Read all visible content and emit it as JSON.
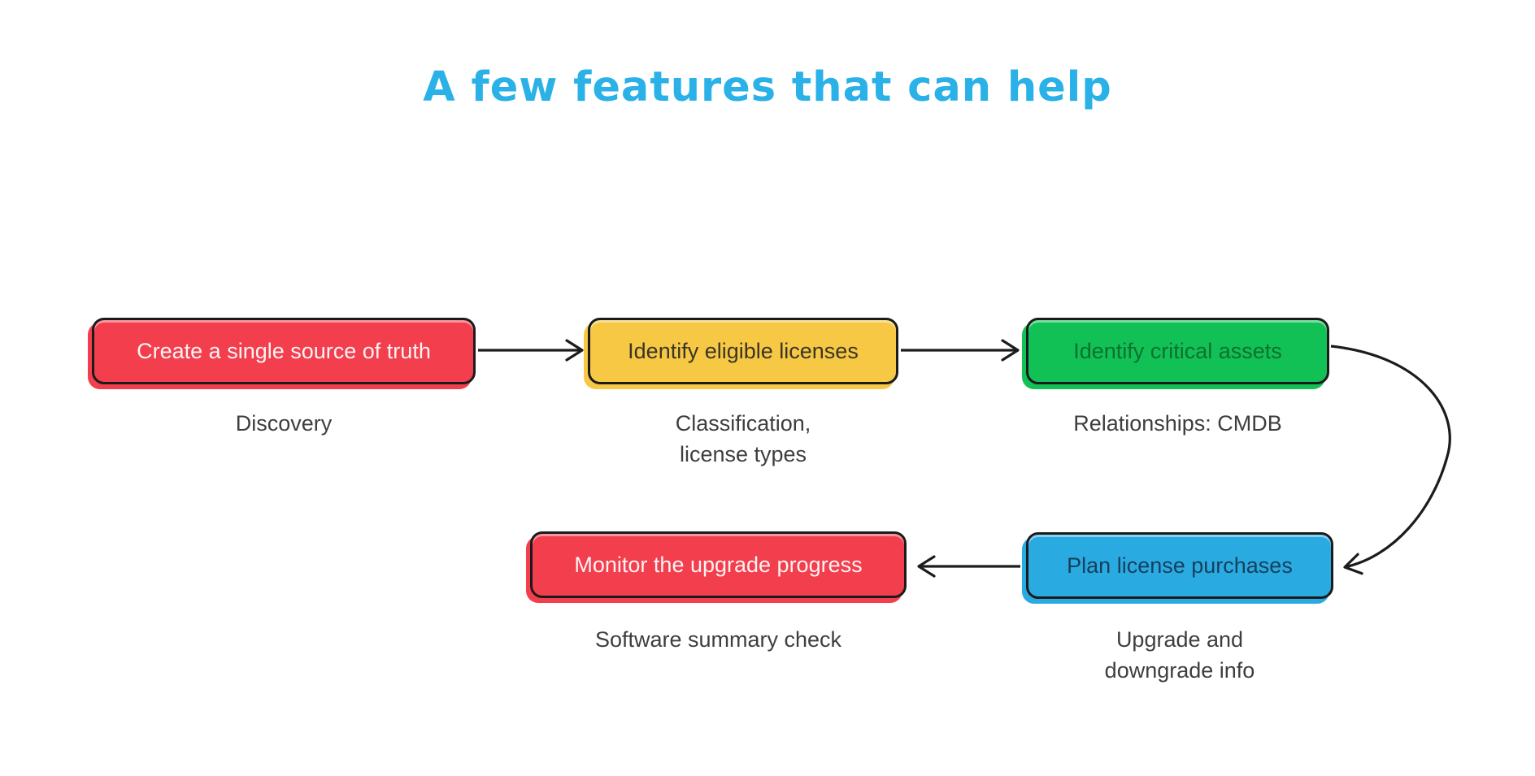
{
  "page": {
    "background": "#ffffff",
    "line_color": "#1c1c1c"
  },
  "title": {
    "text": "A few features that can help",
    "color": "#29b1e8"
  },
  "flow": {
    "nodes": [
      {
        "id": "single-source-of-truth",
        "label": "Create a single source of truth",
        "fill": "#f23e4d",
        "text_color": "#fdf3f3",
        "caption_lines": [
          "Discovery"
        ]
      },
      {
        "id": "identify-eligible-licenses",
        "label": "Identify eligible licenses",
        "fill": "#f6c844",
        "text_color": "#3b3526",
        "caption_lines": [
          "Classification,",
          "license types"
        ]
      },
      {
        "id": "identify-critical-assets",
        "label": "Identify critical assets",
        "fill": "#12c156",
        "text_color": "#0d7030",
        "caption_lines": [
          "Relationships: CMDB"
        ]
      },
      {
        "id": "plan-license-purchases",
        "label": "Plan license purchases",
        "fill": "#29abe2",
        "text_color": "#173f5c",
        "caption_lines": [
          "Upgrade and",
          "downgrade info"
        ]
      },
      {
        "id": "monitor-upgrade-progress",
        "label": "Monitor the upgrade progress",
        "fill": "#f23e4d",
        "text_color": "#fdf3f3",
        "caption_lines": [
          "Software summary check"
        ]
      }
    ],
    "connections": [
      {
        "from": "single-source-of-truth",
        "to": "identify-eligible-licenses",
        "style": "straight-right"
      },
      {
        "from": "identify-eligible-licenses",
        "to": "identify-critical-assets",
        "style": "straight-right"
      },
      {
        "from": "identify-critical-assets",
        "to": "plan-license-purchases",
        "style": "curved-right-side"
      },
      {
        "from": "plan-license-purchases",
        "to": "monitor-upgrade-progress",
        "style": "straight-left"
      }
    ]
  }
}
